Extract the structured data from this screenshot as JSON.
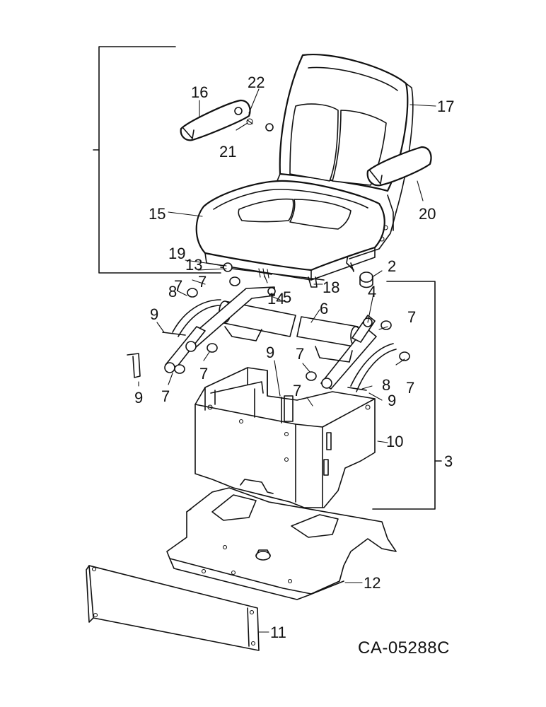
{
  "figure_code": "CA-05288C",
  "callouts": {
    "c2": "2",
    "c3": "3",
    "c4": "4",
    "c5": "5",
    "c6": "6",
    "c7a": "7",
    "c7b": "7",
    "c7c": "7",
    "c7d": "7",
    "c7e": "7",
    "c7f": "7",
    "c7g": "7",
    "c7h": "7",
    "c8a": "8",
    "c8b": "8",
    "c9a": "9",
    "c9b": "9",
    "c9c": "9",
    "c9d": "9",
    "c10": "10",
    "c11": "11",
    "c12": "12",
    "c13": "13",
    "c14": "14",
    "c15": "15",
    "c16": "16",
    "c17": "17",
    "c18": "18",
    "c19": "19",
    "c20": "20",
    "c21": "21",
    "c22": "22"
  }
}
